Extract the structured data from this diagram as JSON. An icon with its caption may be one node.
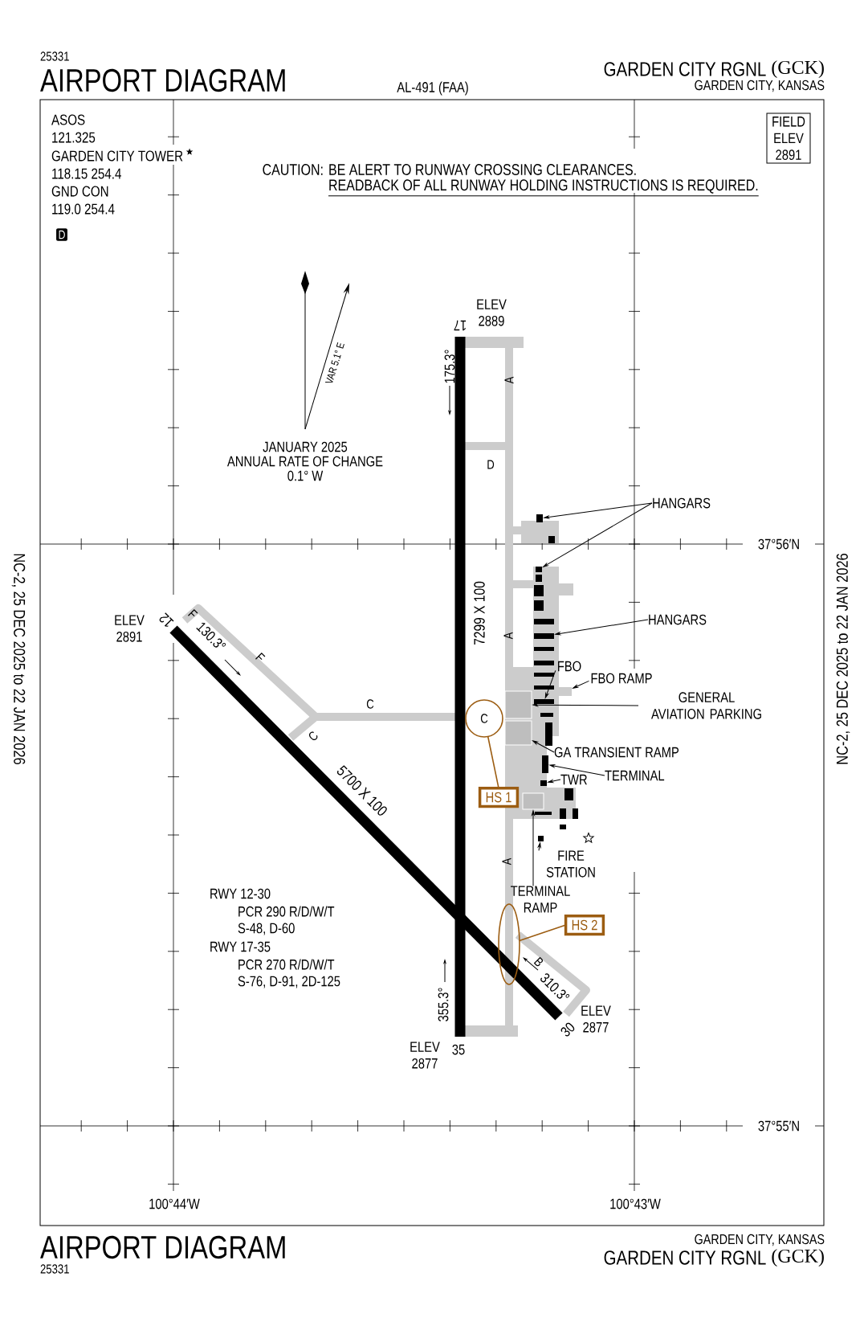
{
  "diagram": {
    "title": "AIRPORT DIAGRAM",
    "nodes": [
      {
        "text": [
          "FIELD ELEV 2891"
        ]
      },
      {
        "text": [
          "D"
        ]
      },
      {
        "text": [
          "HANGARS"
        ]
      },
      {
        "text": [
          "HANGARS"
        ]
      },
      {
        "text": [
          "FBO"
        ]
      },
      {
        "text": [
          "FBO RAMP"
        ]
      },
      {
        "text": [
          "GENERAL AVIATION PARKING"
        ]
      },
      {
        "text": [
          "GA TRANSIENT RAMP"
        ]
      },
      {
        "text": [
          "TERMINAL"
        ]
      },
      {
        "text": [
          "TWR"
        ]
      },
      {
        "text": [
          "FIRE STATION"
        ]
      },
      {
        "text": [
          "TERMINAL RAMP"
        ]
      },
      {
        "text": [
          "C"
        ]
      },
      {
        "text": [
          "HS 1"
        ]
      },
      {
        "text": [],
        "shape": "ellipse"
      },
      {
        "text": [
          "HS 2"
        ]
      },
      {
        "text": [],
        "shape": "box"
      },
      {
        "text": [],
        "shape": "box"
      },
      {
        "text": [],
        "shape": "box"
      },
      {
        "text": [],
        "shape": "box"
      },
      {
        "text": [],
        "shape": "box"
      },
      {
        "text": [],
        "shape": "box"
      },
      {
        "text": [],
        "shape": "box"
      },
      {
        "text": [],
        "shape": "box"
      },
      {
        "text": [],
        "shape": "box"
      },
      {
        "text": [],
        "shape": "box"
      },
      {
        "text": [],
        "shape": "box"
      }
    ],
    "edges": [
      {
        "from": 2,
        "to": 16,
        "arrow": "to"
      },
      {
        "from": 2,
        "to": 17,
        "arrow": "to"
      },
      {
        "from": 3,
        "to": 18,
        "arrow": "to"
      },
      {
        "from": 4,
        "to": 19,
        "arrow": "to"
      },
      {
        "from": 5,
        "to": 20,
        "arrow": "to"
      },
      {
        "from": 6,
        "to": 21,
        "arrow": "to"
      },
      {
        "from": 7,
        "to": 22,
        "arrow": "to"
      },
      {
        "from": 8,
        "to": 23,
        "arrow": "to"
      },
      {
        "from": 9,
        "to": 24,
        "arrow": "to"
      },
      {
        "from": 10,
        "to": 25,
        "arrow": "to"
      },
      {
        "from": 11,
        "to": 26,
        "arrow": "to"
      },
      {
        "from": 13,
        "to": 12,
        "arrow": "none",
        "color": "#9c5d12"
      },
      {
        "from": 15,
        "to": 14,
        "arrow": "none",
        "color": "#9c5d12"
      }
    ],
    "labels": [
      "25331",
      "AL-491 (FAA)",
      "GARDEN CITY RGNL",
      "(GCK)",
      "GARDEN CITY, KANSAS",
      "ASOS",
      "121.325",
      "GARDEN CITY TOWER",
      "118.15 254.4",
      "GND CON",
      "119.0 254.4",
      "CAUTION:",
      "BE ALERT TO RUNWAY CROSSING CLEARANCES.",
      "READBACK OF ALL RUNWAY HOLDING INSTRUCTIONS IS REQUIRED.",
      "VAR 5.1° E",
      "JANUARY 2025",
      "ANNUAL RATE OF CHANGE",
      "0.1° W",
      "ELEV 2889",
      "17",
      "175.3°",
      "A",
      "D",
      "A",
      "7299 X 100",
      "ELEV 2891",
      "12",
      "130.3°",
      "F",
      "F",
      "C",
      "C",
      "5700 X 100",
      "A",
      "B",
      "310.3°",
      "ELEV 2877",
      "30",
      "355.3°",
      "ELEV 2877",
      "35",
      "RWY 12-30",
      "PCR 290 R/D/W/T",
      "S-48, D-60",
      "RWY 17-35",
      "PCR 270 R/D/W/T",
      "S-76, D-91, 2D-125",
      "37°56′N",
      "37°55′N",
      "100°44′W",
      "100°43′W",
      "NC-2, 25 DEC 2025 to 22 JAN 2026",
      "NC-2, 25 DEC 2025 to 22 JAN 2026",
      "AIRPORT DIAGRAM",
      "25331",
      "GARDEN CITY, KANSAS",
      "GARDEN CITY RGNL",
      "(GCK)"
    ]
  }
}
